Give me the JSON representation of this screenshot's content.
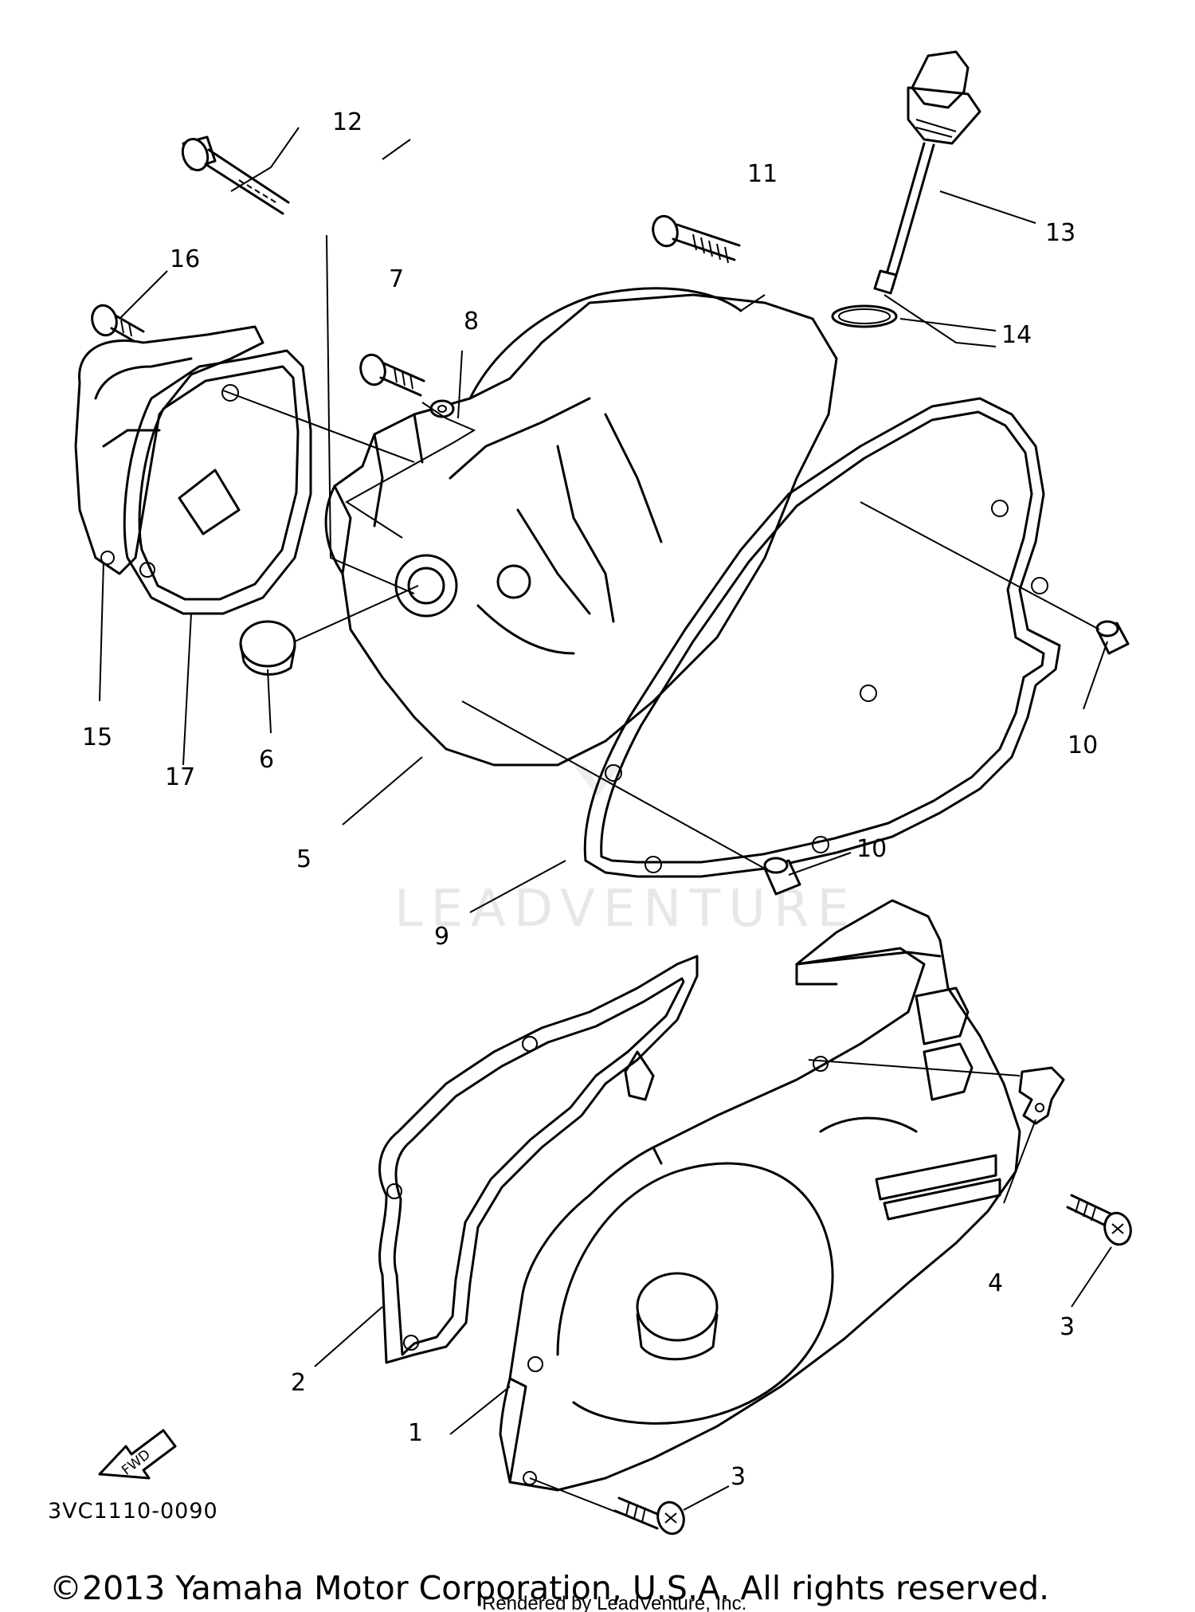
{
  "diagram": {
    "callouts": [
      {
        "id": "1",
        "label": "1"
      },
      {
        "id": "2",
        "label": "2"
      },
      {
        "id": "3a",
        "label": "3"
      },
      {
        "id": "3b",
        "label": "3"
      },
      {
        "id": "4",
        "label": "4"
      },
      {
        "id": "5",
        "label": "5"
      },
      {
        "id": "6",
        "label": "6"
      },
      {
        "id": "7",
        "label": "7"
      },
      {
        "id": "8",
        "label": "8"
      },
      {
        "id": "9",
        "label": "9"
      },
      {
        "id": "10a",
        "label": "10"
      },
      {
        "id": "10b",
        "label": "10"
      },
      {
        "id": "11",
        "label": "11"
      },
      {
        "id": "12",
        "label": "12"
      },
      {
        "id": "13",
        "label": "13"
      },
      {
        "id": "14",
        "label": "14"
      },
      {
        "id": "15",
        "label": "15"
      },
      {
        "id": "16",
        "label": "16"
      },
      {
        "id": "17",
        "label": "17"
      }
    ],
    "fwd_label": "FWD",
    "reference_code": "3VC1110-0090",
    "watermark": "LEADVENTURE",
    "copyright": "©2013 Yamaha Motor Corporation, U.S.A. All rights reserved.",
    "rendered_by": "Rendered by LeadVenture, Inc."
  }
}
